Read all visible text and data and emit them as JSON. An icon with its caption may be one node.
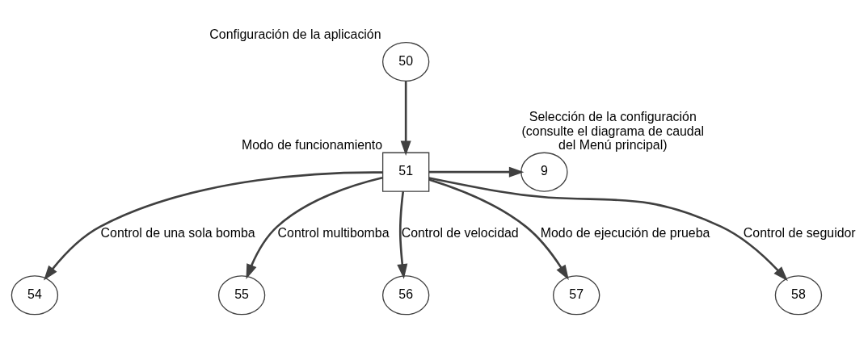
{
  "diagram": {
    "nodes": [
      {
        "text": [
          "50"
        ],
        "beside": [
          "Configuración de la aplicación"
        ]
      },
      {
        "text": [
          "51"
        ],
        "beside": [
          "Modo de funcionamiento"
        ]
      },
      {
        "text": [
          "9"
        ],
        "beside": [
          "Selección de la configuración (consulte el diagrama de caudal del Menú principal)"
        ]
      },
      {
        "text": [
          "54"
        ]
      },
      {
        "text": [
          "55"
        ]
      },
      {
        "text": [
          "56"
        ]
      },
      {
        "text": [
          "57"
        ]
      },
      {
        "text": [
          "58"
        ]
      }
    ],
    "edges": [
      {
        "from": 0,
        "to": 1,
        "arrow": "to"
      },
      {
        "from": 1,
        "to": 2,
        "arrow": "to"
      },
      {
        "from": 1,
        "to": 3,
        "arrow": "to",
        "label": "Control de una sola bomba"
      },
      {
        "from": 1,
        "to": 4,
        "arrow": "to",
        "label": "Control multibomba"
      },
      {
        "from": 1,
        "to": 5,
        "arrow": "to",
        "label": "Control de velocidad"
      },
      {
        "from": 1,
        "to": 6,
        "arrow": "to",
        "label": "Modo de ejecución de prueba"
      },
      {
        "from": 1,
        "to": 7,
        "arrow": "to",
        "label": "Control de seguidor"
      }
    ]
  }
}
